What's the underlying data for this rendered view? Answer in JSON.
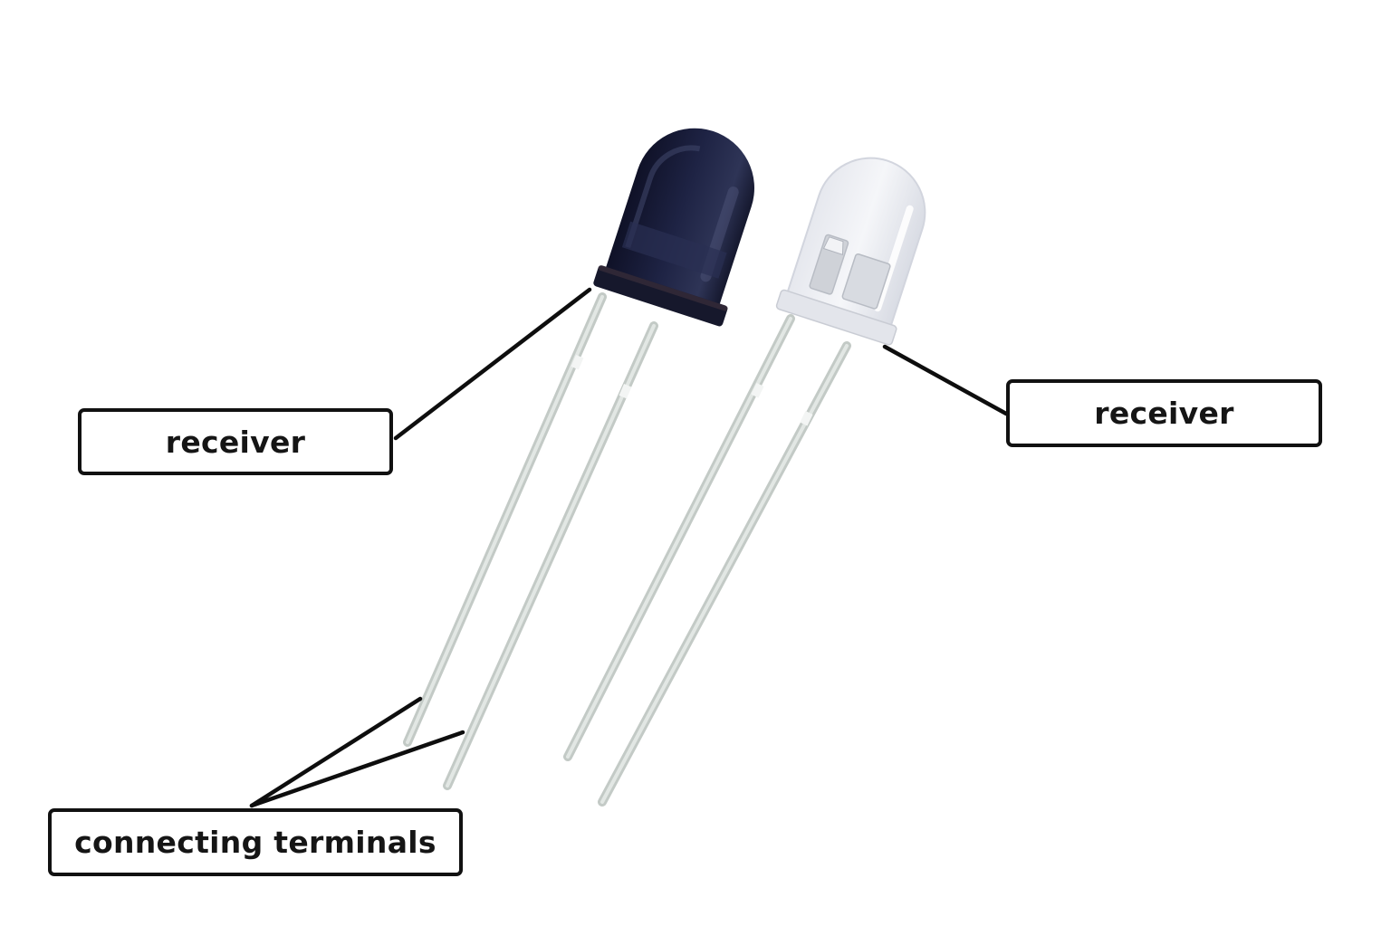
{
  "labels": {
    "left": "receiver",
    "right": "receiver",
    "bottom": "connecting terminals"
  },
  "colors": {
    "outline": "#111111",
    "dark_led": "#1c1f38",
    "clear_led": "#ebedf3",
    "lead": "#d3dad6",
    "background": "#ffffff"
  }
}
